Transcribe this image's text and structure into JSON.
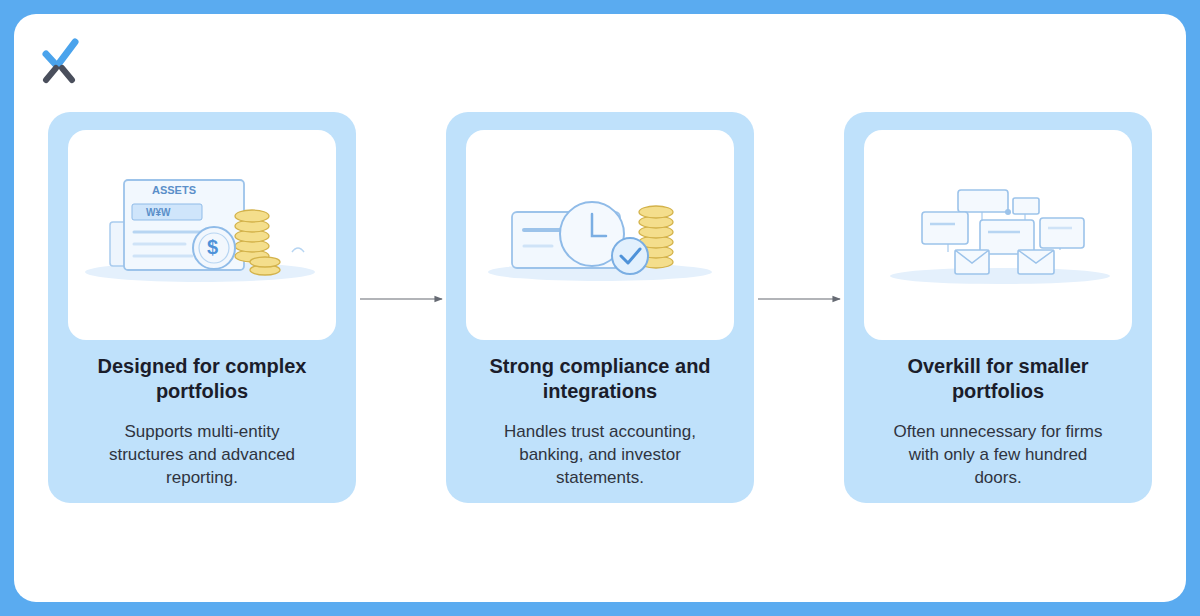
{
  "diagram": {
    "nodes": [
      {
        "text": [
          "Designed for complex portfolios",
          "Supports multi-entity structures and advanced reporting."
        ]
      },
      {
        "text": [
          "Strong compliance and integrations",
          "Handles trust accounting, banking, and investor statements."
        ]
      },
      {
        "text": [
          "Overkill for smaller portfolios",
          "Often unnecessary for firms with only a few hundred doors."
        ]
      }
    ],
    "edges": [
      {
        "from": 0,
        "to": 1,
        "arrow": "to"
      },
      {
        "from": 1,
        "to": 2,
        "arrow": "to"
      }
    ],
    "labels": [
      "ASSETS",
      "$"
    ]
  }
}
